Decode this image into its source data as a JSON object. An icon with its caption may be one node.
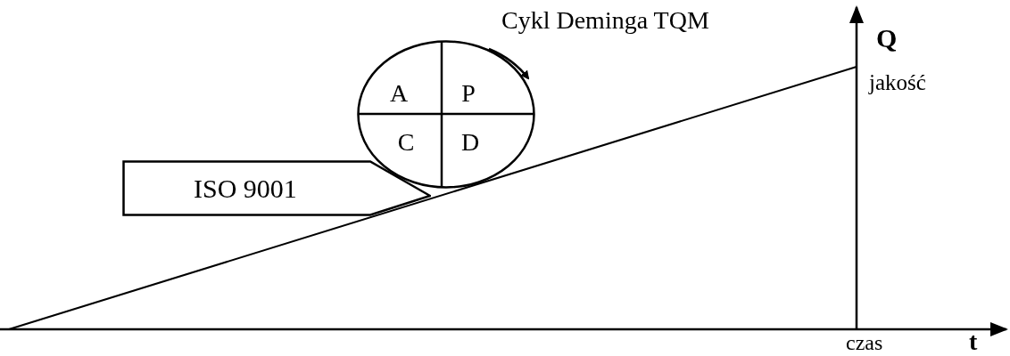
{
  "diagram": {
    "nodes": [
      {
        "text": [],
        "shape": "circle"
      },
      {
        "text": [
          "A"
        ],
        "in": 0
      },
      {
        "text": [
          "P"
        ],
        "in": 0
      },
      {
        "text": [
          "C"
        ],
        "in": 0
      },
      {
        "text": [
          "D"
        ],
        "in": 0
      },
      {
        "text": [
          "ISO 9001"
        ]
      }
    ],
    "edges": [],
    "labels": [
      "Cykl Deminga TQM",
      "Q",
      "jakość",
      "czas",
      "t"
    ]
  }
}
